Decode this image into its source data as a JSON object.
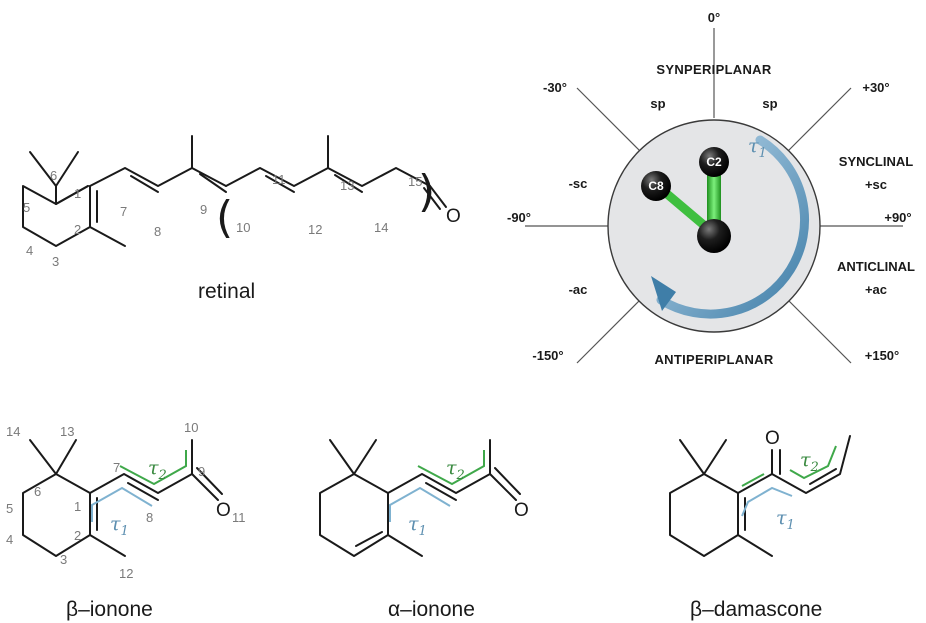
{
  "retinal": {
    "name": "retinal",
    "numbers": [
      "1",
      "2",
      "3",
      "4",
      "5",
      "6",
      "7",
      "8",
      "9",
      "10",
      "11",
      "12",
      "13",
      "14",
      "15"
    ],
    "oxygen": "O"
  },
  "newman": {
    "atom_front": "C2",
    "atom_back": "C8",
    "torsion": {
      "symbol": "τ",
      "sub": "1"
    },
    "angles": {
      "top": "0°",
      "upper_left": "-30°",
      "upper_right": "+30°",
      "left": "-90°",
      "right": "+90°",
      "lower_left": "-150°",
      "lower_right": "+150°"
    },
    "regions": {
      "top": "SYNPERIPLANAR",
      "bottom": "ANTIPERIPLANAR",
      "right_upper": "SYNCLINAL",
      "right_lower": "ANTICLINAL"
    },
    "abbreviations": {
      "sp_left": "sp",
      "sp_right": "sp",
      "sc_left": "-sc",
      "sc_right": "+sc",
      "ac_left": "-ac",
      "ac_right": "+ac"
    },
    "colors": {
      "circle": "#e4e5e7",
      "green": "#3fbf3f",
      "arrow": "#4f8fb9"
    }
  },
  "bionone": {
    "name": "β–ionone",
    "numbers": [
      "1",
      "2",
      "3",
      "4",
      "5",
      "6",
      "7",
      "8",
      "9",
      "10",
      "11",
      "12",
      "13",
      "14"
    ],
    "oxygen": "O",
    "tau1": {
      "symbol": "τ",
      "sub": "1"
    },
    "tau2": {
      "symbol": "τ",
      "sub": "2"
    }
  },
  "aionone": {
    "name": "α–ionone",
    "oxygen": "O",
    "tau1": {
      "symbol": "τ",
      "sub": "1"
    },
    "tau2": {
      "symbol": "τ",
      "sub": "2"
    }
  },
  "bdamascone": {
    "name": "β–damascone",
    "oxygen": "O",
    "tau1": {
      "symbol": "τ",
      "sub": "1"
    },
    "tau2": {
      "symbol": "τ",
      "sub": "2"
    }
  }
}
